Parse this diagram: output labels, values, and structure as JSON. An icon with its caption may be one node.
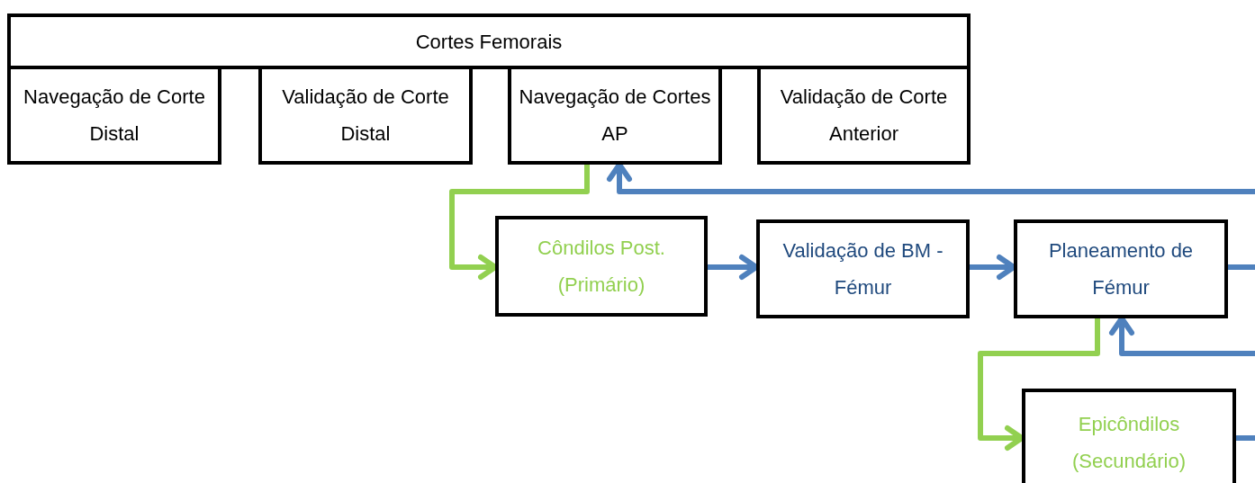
{
  "diagram": {
    "nodes": [
      {
        "text": [
          "Cortes Femorais"
        ]
      },
      {
        "text": [
          "Navegação de Corte Distal"
        ]
      },
      {
        "text": [
          "Validação de Corte Distal"
        ]
      },
      {
        "text": [
          "Navegação de Cortes AP"
        ]
      },
      {
        "text": [
          "Validação de Corte Anterior"
        ]
      },
      {
        "text": [
          "Côndilos Post. (Primário)"
        ]
      },
      {
        "text": [
          "Validação de BM - Fémur"
        ]
      },
      {
        "text": [
          "Planeamento de Fémur"
        ]
      },
      {
        "text": [
          "Epicôndilos (Secundário)"
        ]
      }
    ],
    "edges": [
      {
        "from": 3,
        "to": 5,
        "arrow": "to",
        "color": "#92d050"
      },
      {
        "from": 5,
        "to": 6,
        "arrow": "to"
      },
      {
        "from": 6,
        "to": 7,
        "arrow": "to"
      },
      {
        "from": 7,
        "to": null,
        "arrow": "none"
      },
      {
        "from": null,
        "to": 3,
        "arrow": "to"
      },
      {
        "from": 7,
        "to": 8,
        "arrow": "to",
        "color": "#92d050"
      },
      {
        "from": null,
        "to": 7,
        "arrow": "to"
      },
      {
        "from": 8,
        "to": null,
        "arrow": "none"
      }
    ]
  }
}
